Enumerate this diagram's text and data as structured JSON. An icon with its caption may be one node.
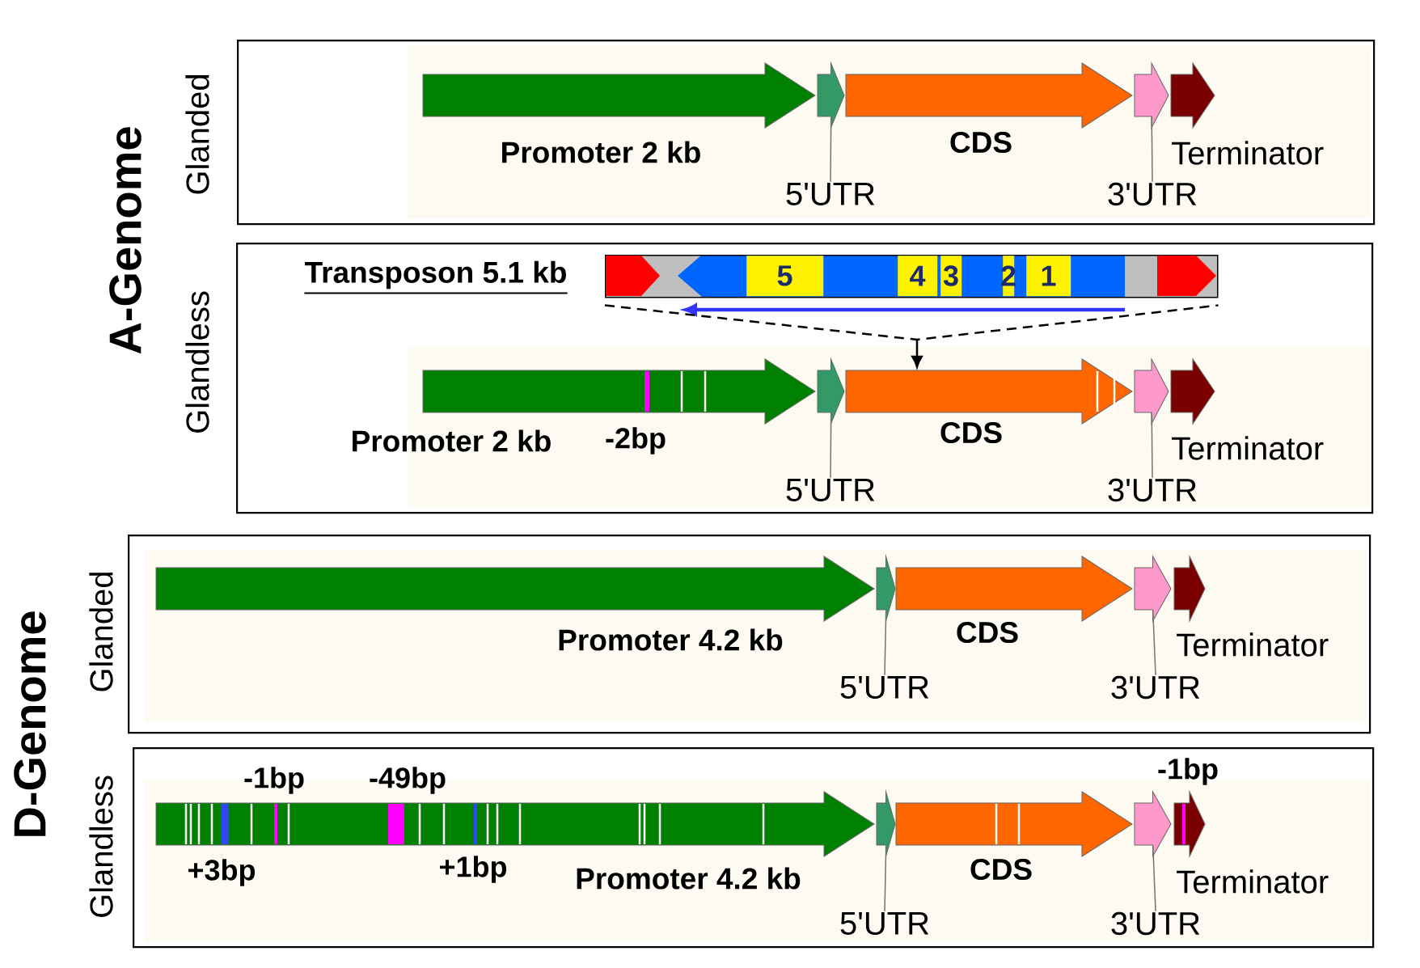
{
  "diagram": {
    "nodes": [
      {
        "text": [
          "Glanded"
        ]
      },
      {
        "text": [
          "Promoter 2 kb"
        ],
        "in": 0
      },
      {
        "text": [],
        "shape": "arrow",
        "in": 0
      },
      {
        "text": [
          "CDS"
        ],
        "in": 0
      },
      {
        "text": [],
        "shape": "arrow",
        "in": 0
      },
      {
        "text": [
          "Terminator"
        ],
        "in": 0
      },
      {
        "text": [
          "5'UTR"
        ],
        "in": 0
      },
      {
        "text": [
          "3'UTR"
        ],
        "in": 0
      },
      {
        "text": [
          "Glandless"
        ]
      },
      {
        "text": [
          "Transposon 5.1 kb"
        ],
        "in": 8
      },
      {
        "text": [
          "5"
        ],
        "in": 9
      },
      {
        "text": [
          "4"
        ],
        "in": 9
      },
      {
        "text": [
          "3"
        ],
        "in": 9
      },
      {
        "text": [
          "2"
        ],
        "in": 9
      },
      {
        "text": [
          "1"
        ],
        "in": 9
      },
      {
        "text": [
          "Promoter 2 kb"
        ],
        "in": 8
      },
      {
        "text": [],
        "shape": "arrow",
        "in": 8
      },
      {
        "text": [
          "CDS"
        ],
        "in": 8
      },
      {
        "text": [],
        "shape": "arrow",
        "in": 8
      },
      {
        "text": [
          "Terminator"
        ],
        "in": 8
      },
      {
        "text": [
          "5'UTR"
        ],
        "in": 8
      },
      {
        "text": [
          "3'UTR"
        ],
        "in": 8
      },
      {
        "text": [
          "Glanded"
        ]
      },
      {
        "text": [
          "Promoter 4.2 kb"
        ],
        "in": 22
      },
      {
        "text": [],
        "shape": "arrow",
        "in": 22
      },
      {
        "text": [
          "CDS"
        ],
        "in": 22
      },
      {
        "text": [],
        "shape": "arrow",
        "in": 22
      },
      {
        "text": [
          "Terminator"
        ],
        "in": 22
      },
      {
        "text": [
          "5'UTR"
        ],
        "in": 22
      },
      {
        "text": [
          "3'UTR"
        ],
        "in": 22
      },
      {
        "text": [
          "Glandless"
        ]
      },
      {
        "text": [
          "Promoter 4.2 kb"
        ],
        "in": 30
      },
      {
        "text": [],
        "shape": "arrow",
        "in": 30
      },
      {
        "text": [
          "CDS"
        ],
        "in": 30
      },
      {
        "text": [],
        "shape": "arrow",
        "in": 30
      },
      {
        "text": [
          "Terminator"
        ],
        "in": 30
      },
      {
        "text": [
          "5'UTR"
        ],
        "in": 30
      },
      {
        "text": [
          "3'UTR"
        ],
        "in": 30
      },
      {
        "text": [],
        "shape": "arrow",
        "in": 9
      },
      {
        "text": [],
        "shape": "arrow",
        "in": 9
      }
    ],
    "edges": [
      {
        "from": 6,
        "to": 2,
        "arrow": "none"
      },
      {
        "from": 7,
        "to": 4,
        "arrow": "none"
      },
      {
        "from": 20,
        "to": 16,
        "arrow": "none"
      },
      {
        "from": 21,
        "to": 18,
        "arrow": "none"
      },
      {
        "from": 28,
        "to": 24,
        "arrow": "none"
      },
      {
        "from": 29,
        "to": 26,
        "arrow": "none"
      },
      {
        "from": 36,
        "to": 32,
        "arrow": "none"
      },
      {
        "from": 37,
        "to": 34,
        "arrow": "none"
      },
      {
        "from": 9,
        "to": 17,
        "arrow": "to",
        "style": "dashed",
        "color": "#000000"
      }
    ],
    "labels": [
      "A-Genome",
      "-2bp",
      "D-Genome",
      "-1bp",
      "-49bp",
      "-1bp",
      "+3bp",
      "+1bp"
    ]
  }
}
